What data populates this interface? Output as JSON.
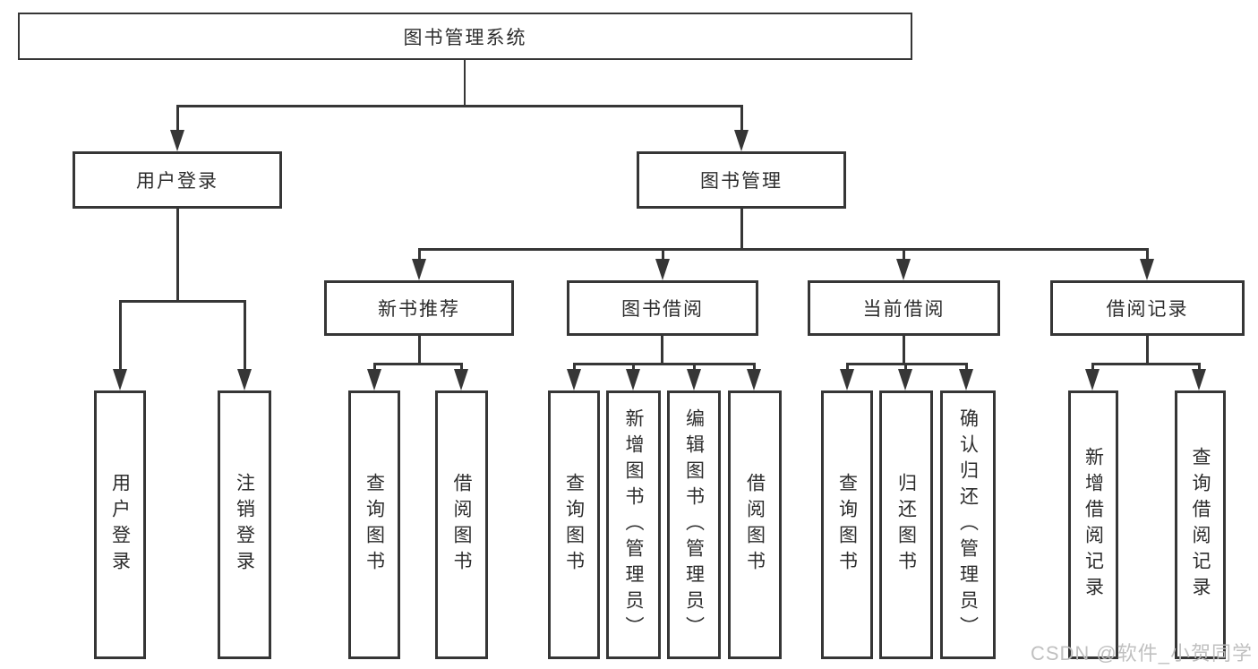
{
  "diagram_title": "图书管理系统",
  "colors": {
    "line": "#363636",
    "text": "#2d2d2d",
    "watermark": "#bdbdbd",
    "background": "#ffffff"
  },
  "watermark": "CSDN @软件_小贺同学",
  "tree": {
    "label": "图书管理系统",
    "children": [
      {
        "label": "用户登录",
        "children": [
          {
            "label": "用户登录"
          },
          {
            "label": "注销登录"
          }
        ]
      },
      {
        "label": "图书管理",
        "children": [
          {
            "label": "新书推荐",
            "children": [
              {
                "label": "查询图书"
              },
              {
                "label": "借阅图书"
              }
            ]
          },
          {
            "label": "图书借阅",
            "children": [
              {
                "label": "查询图书"
              },
              {
                "label": "新增图书（管理员）"
              },
              {
                "label": "编辑图书（管理员）"
              },
              {
                "label": "借阅图书"
              }
            ]
          },
          {
            "label": "当前借阅",
            "children": [
              {
                "label": "查询图书"
              },
              {
                "label": "归还图书"
              },
              {
                "label": "确认归还（管理员）"
              }
            ]
          },
          {
            "label": "借阅记录",
            "children": [
              {
                "label": "新增借阅记录"
              },
              {
                "label": "查询借阅记录"
              }
            ]
          }
        ]
      }
    ]
  }
}
